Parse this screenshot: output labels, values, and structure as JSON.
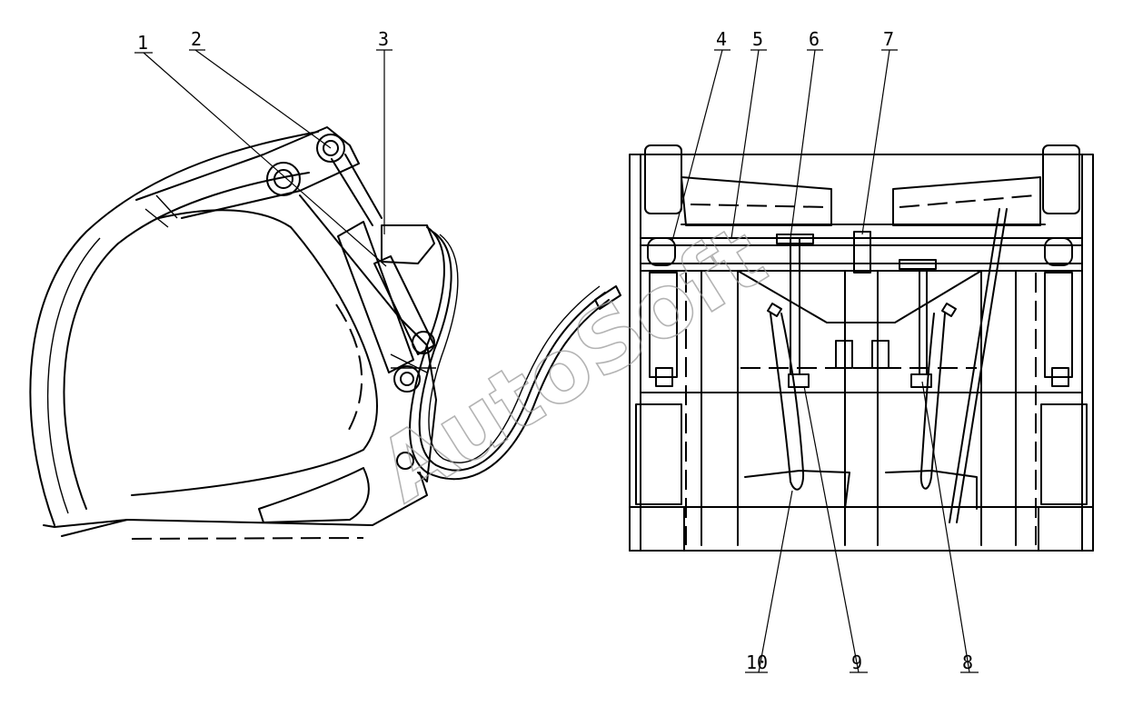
{
  "diagram": {
    "watermark": "AutoSoft",
    "callouts": [
      {
        "id": 1,
        "label": "1"
      },
      {
        "id": 2,
        "label": "2"
      },
      {
        "id": 3,
        "label": "3"
      },
      {
        "id": 4,
        "label": "4"
      },
      {
        "id": 5,
        "label": "5"
      },
      {
        "id": 6,
        "label": "6"
      },
      {
        "id": 7,
        "label": "7"
      },
      {
        "id": 8,
        "label": "8"
      },
      {
        "id": 9,
        "label": "9"
      },
      {
        "id": 10,
        "label": "10"
      }
    ]
  }
}
